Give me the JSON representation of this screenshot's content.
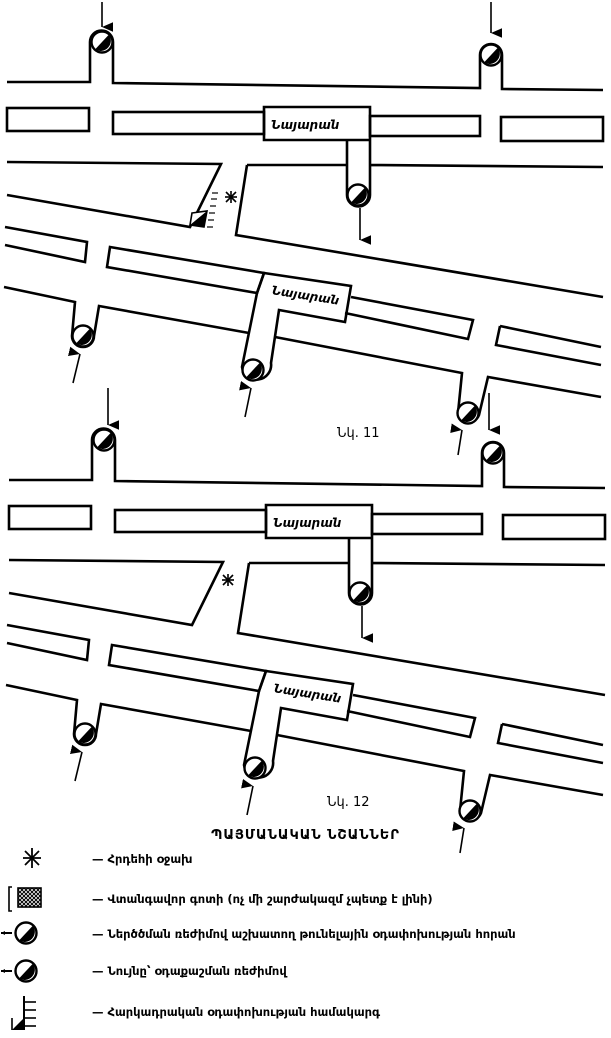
{
  "figures": [
    {
      "label": "Նկ. 11",
      "stations": [
        "Նայարան",
        "Նայարան"
      ]
    },
    {
      "label": "Նկ. 12",
      "stations": [
        "Նայարան",
        "Նայարան"
      ]
    }
  ],
  "legend": {
    "title": "ՊԱՅՄԱՆԱԿԱՆ ՆՇԱՆՆԵՐ",
    "items": [
      {
        "icon": "asterisk-fire-icon",
        "text": "— Հրդեհի օջախ"
      },
      {
        "icon": "hatched-zone-icon",
        "text": "— Վտանգավոր գոտի (ոչ մի շարժակազմ չպետք է լինի)"
      },
      {
        "icon": "shaft-supply-icon",
        "text": "— Ներծծման ռեժիմով աշխատող թունելային օդափոխության հորան"
      },
      {
        "icon": "shaft-exhaust-icon",
        "text": "— Նույնը՝ օդաքաշման ռեժիմով"
      },
      {
        "icon": "forced-ventilation-icon",
        "text": "— Հարկադրական օդափոխության համակարգ"
      }
    ]
  }
}
